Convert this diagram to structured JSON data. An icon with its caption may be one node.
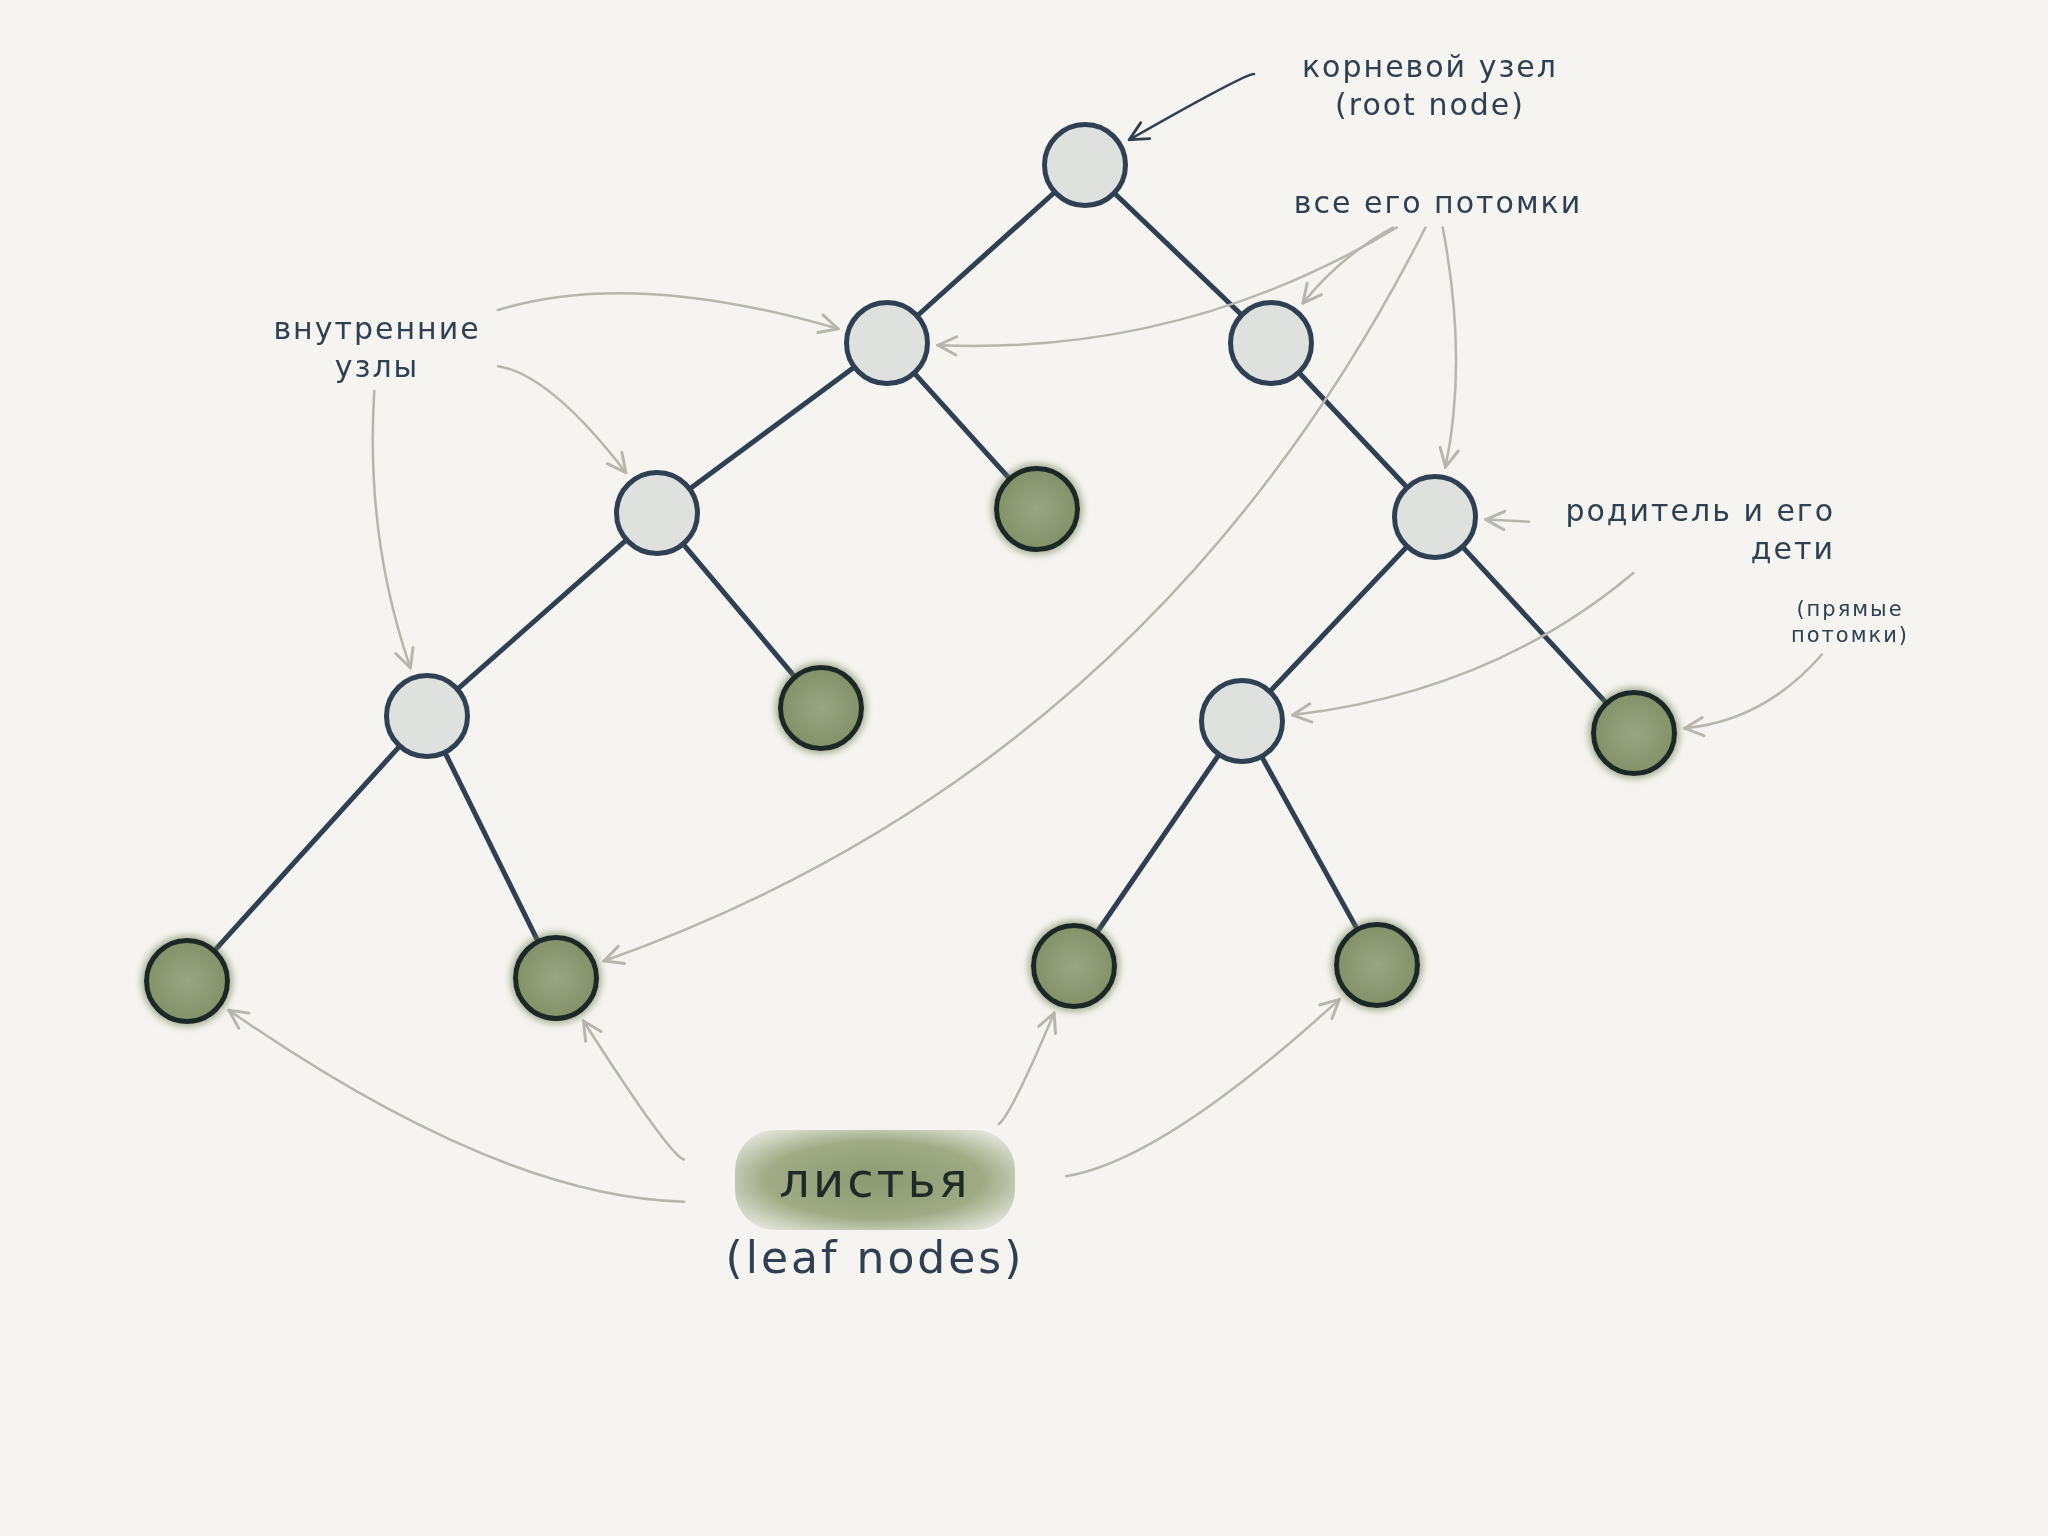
{
  "diagram": {
    "nodes": [
      {
        "text": [],
        "shape": "circle"
      },
      {
        "text": [],
        "shape": "circle"
      },
      {
        "text": [],
        "shape": "circle"
      },
      {
        "text": [],
        "shape": "circle"
      },
      {
        "text": [],
        "shape": "circle"
      },
      {
        "text": [],
        "shape": "circle"
      },
      {
        "text": [],
        "shape": "circle"
      },
      {
        "text": [],
        "shape": "circle"
      },
      {
        "text": [],
        "shape": "circle"
      },
      {
        "text": [],
        "shape": "circle"
      },
      {
        "text": [],
        "shape": "circle"
      },
      {
        "text": [],
        "shape": "circle"
      },
      {
        "text": [],
        "shape": "circle"
      },
      {
        "text": [],
        "shape": "circle"
      },
      {
        "text": [
          "корневой узел",
          "(root node)"
        ]
      },
      {
        "text": [
          "все его потомки"
        ]
      },
      {
        "text": [
          "внутренние узлы"
        ]
      },
      {
        "text": [
          "родитель и его дети"
        ]
      },
      {
        "text": [
          "(прямые потомки)"
        ]
      },
      {
        "text": [
          "листья",
          "(leaf nodes)"
        ]
      }
    ],
    "edges": [
      {
        "from": 0,
        "to": 1,
        "arrow": "none"
      },
      {
        "from": 0,
        "to": 2,
        "arrow": "none"
      },
      {
        "from": 1,
        "to": 3,
        "arrow": "none"
      },
      {
        "from": 1,
        "to": 4,
        "arrow": "none"
      },
      {
        "from": 3,
        "to": 5,
        "arrow": "none"
      },
      {
        "from": 3,
        "to": 6,
        "arrow": "none"
      },
      {
        "from": 5,
        "to": 7,
        "arrow": "none"
      },
      {
        "from": 5,
        "to": 8,
        "arrow": "none"
      },
      {
        "from": 2,
        "to": 9,
        "arrow": "none"
      },
      {
        "from": 9,
        "to": 10,
        "arrow": "none"
      },
      {
        "from": 9,
        "to": 11,
        "arrow": "none"
      },
      {
        "from": 10,
        "to": 12,
        "arrow": "none"
      },
      {
        "from": 10,
        "to": 13,
        "arrow": "none"
      },
      {
        "from": 14,
        "to": 0,
        "arrow": "to"
      },
      {
        "from": 15,
        "to": 1,
        "arrow": "to",
        "color": "#b8b5ad"
      },
      {
        "from": 15,
        "to": 2,
        "arrow": "to",
        "color": "#b8b5ad"
      },
      {
        "from": 15,
        "to": 8,
        "arrow": "to",
        "color": "#b8b5ad"
      },
      {
        "from": 15,
        "to": 9,
        "arrow": "to",
        "color": "#b8b5ad"
      },
      {
        "from": 16,
        "to": 1,
        "arrow": "to",
        "color": "#b8b5ad"
      },
      {
        "from": 16,
        "to": 3,
        "arrow": "to",
        "color": "#b8b5ad"
      },
      {
        "from": 16,
        "to": 5,
        "arrow": "to",
        "color": "#b8b5ad"
      },
      {
        "from": 17,
        "to": 9,
        "arrow": "to",
        "color": "#b8b5ad"
      },
      {
        "from": 17,
        "to": 10,
        "arrow": "to",
        "color": "#b8b5ad"
      },
      {
        "from": 18,
        "to": 11,
        "arrow": "to",
        "color": "#b8b5ad"
      },
      {
        "from": 19,
        "to": 7,
        "arrow": "to",
        "color": "#b8b5ad"
      },
      {
        "from": 19,
        "to": 8,
        "arrow": "to",
        "color": "#b8b5ad"
      },
      {
        "from": 19,
        "to": 12,
        "arrow": "to",
        "color": "#b8b5ad"
      },
      {
        "from": 19,
        "to": 13,
        "arrow": "to",
        "color": "#b8b5ad"
      }
    ]
  }
}
